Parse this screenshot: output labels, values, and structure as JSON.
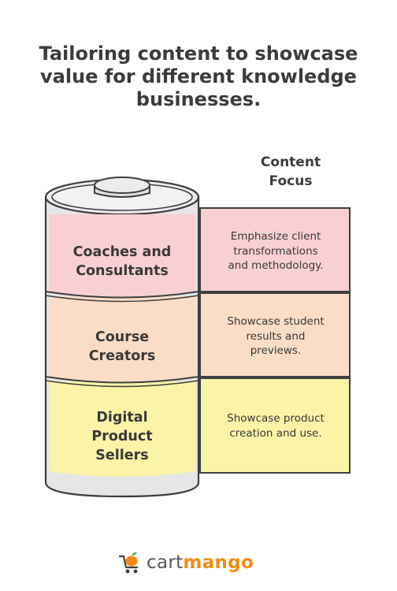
{
  "title": "Tailoring content to showcase\nvalue for different knowledge\nbusinesses.",
  "column_header": "Content\nFocus",
  "segments": [
    {
      "label": "Coaches and\nConsultants",
      "focus": "Emphasize client\ntransformations\nand methodology.",
      "color": "#f8cfd2"
    },
    {
      "label": "Course\nCreators",
      "focus": "Showcase student\nresults and\npreviews.",
      "color": "#fbdcc6"
    },
    {
      "label": "Digital\nProduct\nSellers",
      "focus": "Showcase product\ncreation and use.",
      "color": "#fbf3a8"
    }
  ],
  "colors": {
    "battery_shell": "#e6e6e6",
    "outline": "#3f3f3f",
    "brand_orange": "#f28a12",
    "leaf_green": "#4caf50"
  },
  "brand": {
    "part1": "cart",
    "part2": "mango",
    "logo_icon": "shopping-cart-mango-icon"
  }
}
